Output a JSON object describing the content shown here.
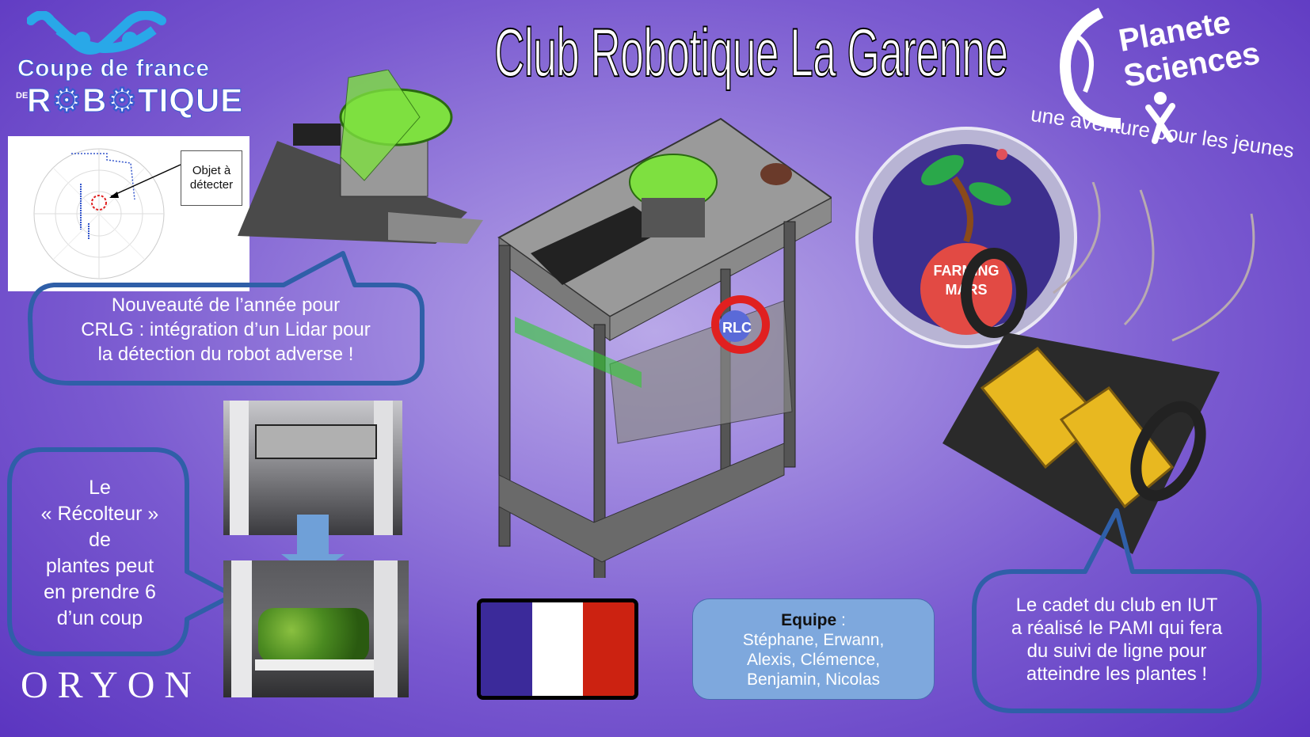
{
  "title": "Club Robotique La Garenne",
  "logos": {
    "cdf_line1": "Coupe de france",
    "cdf_de": "DE",
    "cdf_line2": "R⚙B⚙TIQUE",
    "ps_line1": "Planete",
    "ps_line2": "Sciences",
    "ps_tagline": "une aventure pour les jeunes",
    "farming_mars_line1": "FARMING",
    "farming_mars_line2": "MARS",
    "rlc": "RLC",
    "oryon": "ORYON"
  },
  "lidar": {
    "label": "Objet à détecter"
  },
  "bubbles": {
    "lidar": [
      "Nouveauté de l’année pour",
      "CRLG : intégration d’un Lidar pour",
      "la détection du robot adverse !"
    ],
    "recolteur": [
      "Le",
      "« Récolteur »",
      "de",
      "plantes peut",
      "en prendre 6",
      "d’un coup"
    ],
    "pami": [
      "Le cadet du club en IUT",
      "a réalisé le PAMI qui fera",
      "du suivi de ligne pour",
      "atteindre les plantes !"
    ]
  },
  "equipe": {
    "label": "Equipe",
    "sep": " :",
    "members_line1": "Stéphane, Erwann,",
    "members_line2": "Alexis, Clémence,",
    "members_line3": "Benjamin, Nicolas"
  },
  "colors": {
    "flag_blue": "#3b2a9a",
    "flag_white": "#ffffff",
    "flag_red": "#cc2211",
    "bubble_border": "#2f5fa8",
    "equipe_bg": "#7ea8dd",
    "arrow": "#6fa0d8"
  }
}
